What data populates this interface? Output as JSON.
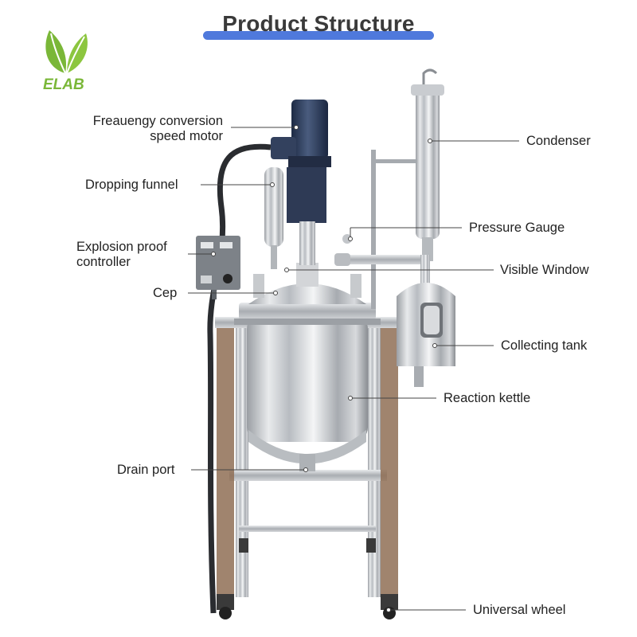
{
  "title": "Product Structure",
  "brand": {
    "name": "ELAB",
    "color": "#7ab738",
    "icon": "leaf-logo-icon"
  },
  "accent_color": "#4f79dc",
  "labels": {
    "motor_line1": "Freauengy conversion",
    "motor_line2": "speed motor",
    "funnel": "Dropping funnel",
    "controller_line1": "Explosion proof",
    "controller_line2": "controller",
    "cep": "Cep",
    "condenser": "Condenser",
    "gauge": "Pressure Gauge",
    "window": "Visible Window",
    "collecting": "Collecting tank",
    "kettle": "Reaction kettle",
    "drain": "Drain port",
    "wheel": "Universal wheel"
  }
}
